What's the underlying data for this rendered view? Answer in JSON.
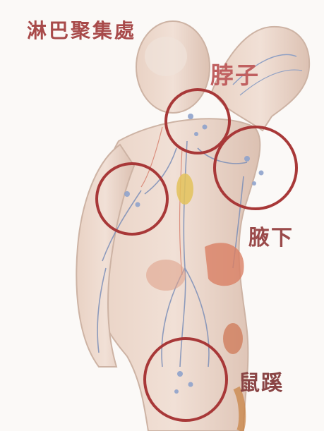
{
  "title": "淋巴聚集處",
  "labels": {
    "neck": "脖子",
    "armpit": "腋下",
    "groin": "鼠蹊"
  },
  "colors": {
    "background": "#fbf9f7",
    "skin": "#ecd5c7",
    "circle": "#a83838",
    "vessels": "#7c8fb8",
    "text": "#b0504f"
  }
}
